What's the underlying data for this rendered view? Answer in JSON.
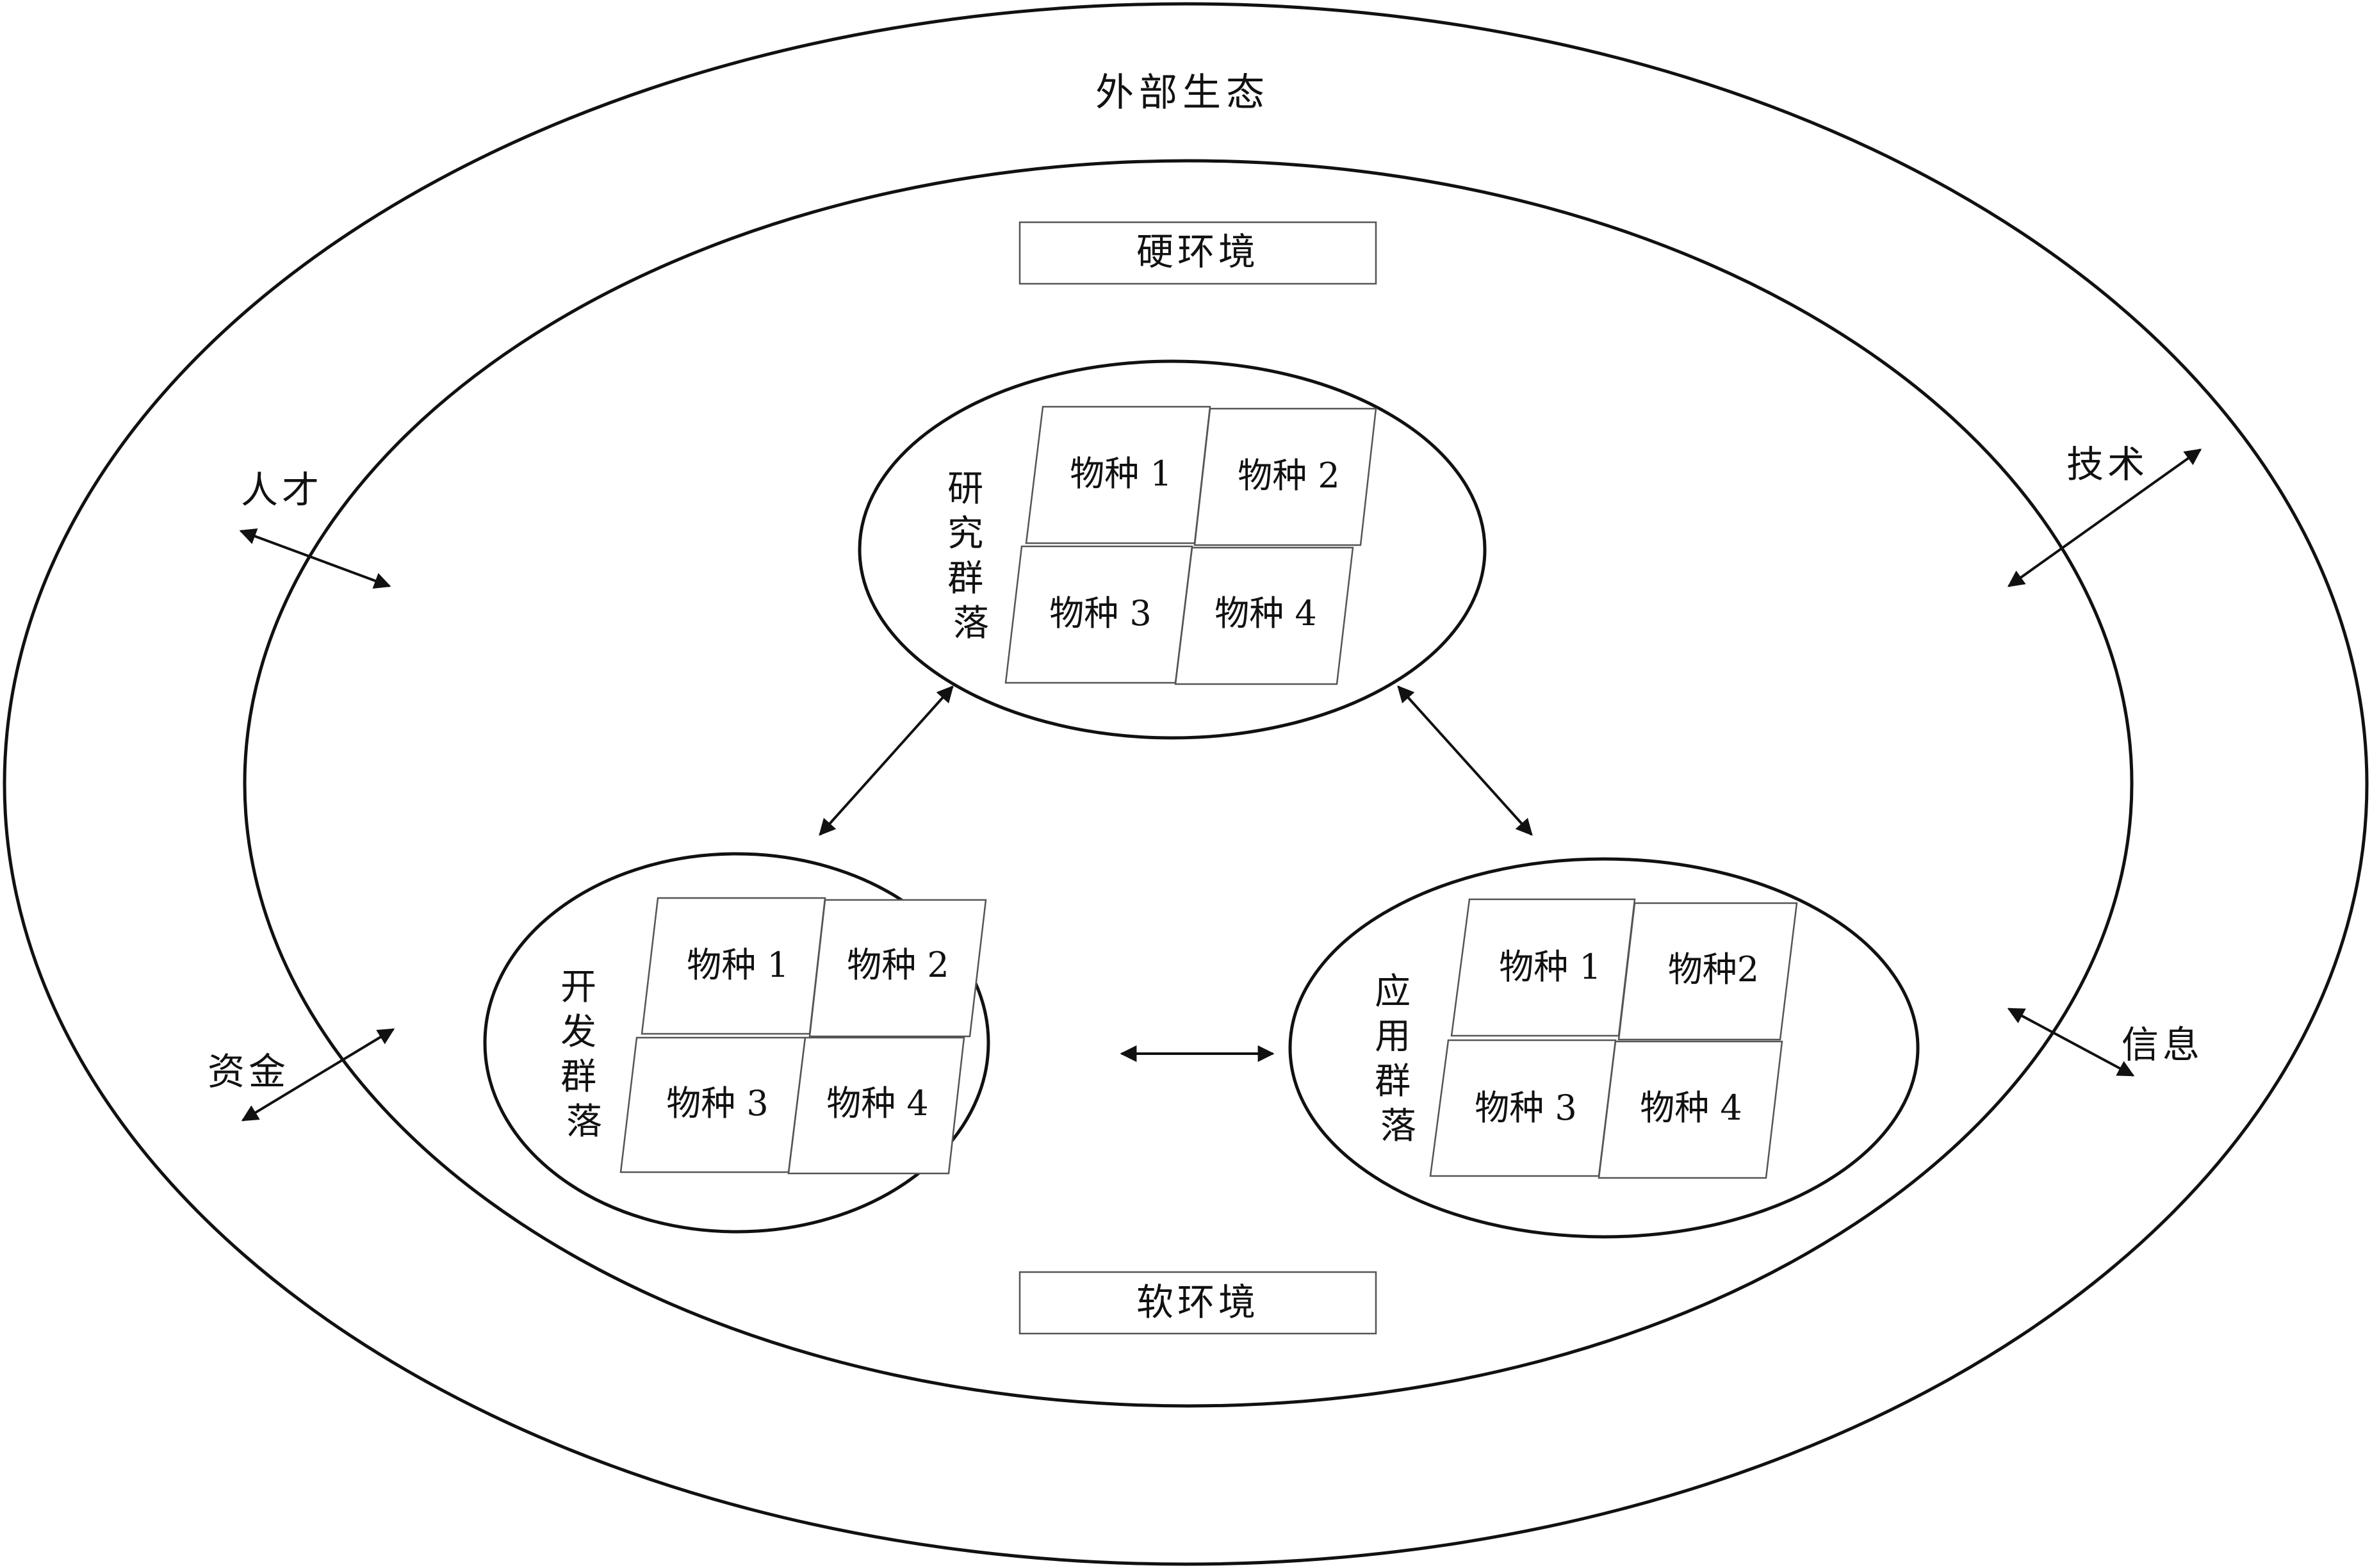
{
  "outer_label": "外部生态",
  "hard_env": "硬环境",
  "soft_env": "软环境",
  "factors": {
    "talent": "人才",
    "capital": "资金",
    "technology": "技术",
    "information": "信息"
  },
  "communities": {
    "research": {
      "label_chars": [
        "研",
        "究",
        "群",
        "落"
      ],
      "species": [
        "物种 1",
        "物种 2",
        "物种 3",
        "物种 4"
      ]
    },
    "development": {
      "label_chars": [
        "开",
        "发",
        "群",
        "落"
      ],
      "species": [
        "物种 1",
        "物种 2",
        "物种 3",
        "物种 4"
      ]
    },
    "application": {
      "label_chars": [
        "应",
        "用",
        "群",
        "落"
      ],
      "species": [
        "物种 1",
        "物种2",
        "物种 3",
        "物种 4"
      ]
    }
  }
}
